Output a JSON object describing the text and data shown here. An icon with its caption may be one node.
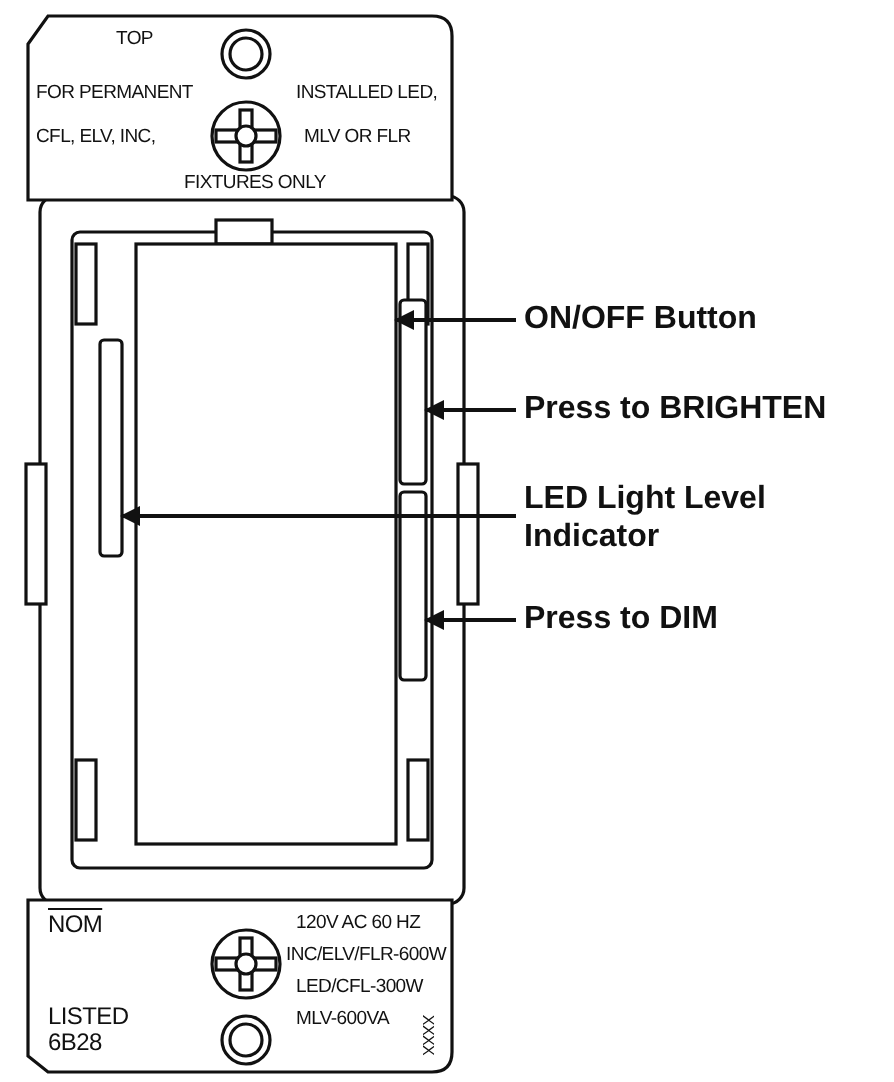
{
  "diagram": {
    "nodes": [
      {
        "text": [],
        "shape": "box"
      },
      {
        "text": [],
        "shape": "bar"
      },
      {
        "text": [],
        "shape": "bar"
      },
      {
        "text": [],
        "shape": "bar"
      },
      {
        "text": [
          "ON/OFF Button"
        ]
      },
      {
        "text": [
          "Press to BRIGHTEN"
        ]
      },
      {
        "text": [
          "LED Light Level Indicator"
        ]
      },
      {
        "text": [
          "Press to DIM"
        ]
      }
    ],
    "edges": [
      {
        "from": 4,
        "to": 0,
        "arrow": "to"
      },
      {
        "from": 5,
        "to": 1,
        "arrow": "to"
      },
      {
        "from": 6,
        "to": 2,
        "arrow": "to"
      },
      {
        "from": 7,
        "to": 3,
        "arrow": "to"
      }
    ],
    "labels": [
      "TOP",
      "FOR PERMANENT",
      "INSTALLED LED,",
      "CFL, ELV, INC,",
      "MLV OR FLR",
      "FIXTURES ONLY",
      "NOM",
      "120V AC 60 HZ",
      "INC/ELV/FLR-600W",
      "LED/CFL-300W",
      "MLV-600VA",
      "LISTED 6B28",
      "XXXX"
    ]
  }
}
